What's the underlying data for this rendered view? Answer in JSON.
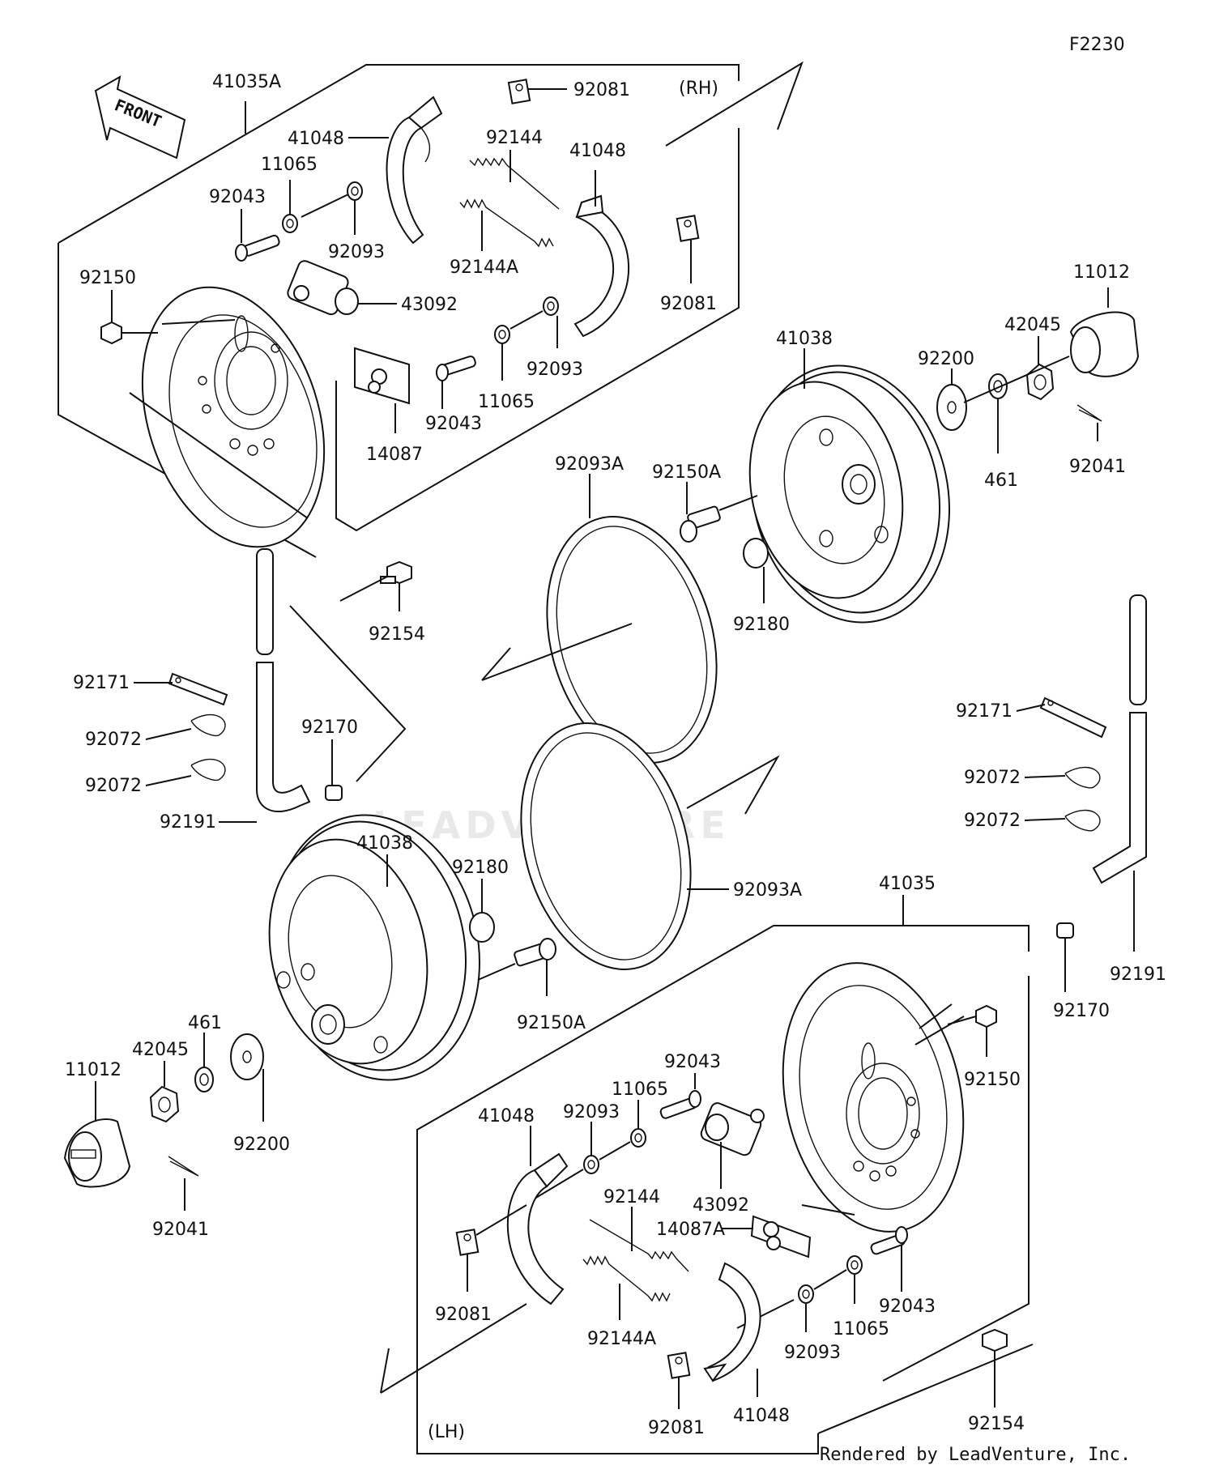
{
  "diagram_id": "F2230",
  "side_labels": {
    "right": "(RH)",
    "left": "(LH)"
  },
  "front_label": "FRONT",
  "watermark": "LEADVENTURE",
  "credit": "Rendered by LeadVenture, Inc.",
  "callouts": {
    "c_41035A": "41035A",
    "c_92081_a": "92081",
    "c_41048_a": "41048",
    "c_92144_a": "92144",
    "c_41048_b": "41048",
    "c_11065_a": "11065",
    "c_92043_a": "92043",
    "c_92093_a": "92093",
    "c_92144A_a": "92144A",
    "c_92081_b": "92081",
    "c_92150_a": "92150",
    "c_43092_a": "43092",
    "c_92093_b": "92093",
    "c_11065_b": "11065",
    "c_92043_b": "92043",
    "c_14087": "14087",
    "c_41038_a": "41038",
    "c_92200_a": "92200",
    "c_42045_a": "42045",
    "c_11012_a": "11012",
    "c_461_a": "461",
    "c_92041_a": "92041",
    "c_92093A_a": "92093A",
    "c_92150A_a": "92150A",
    "c_92180_a": "92180",
    "c_92154_a": "92154",
    "c_92171_a": "92171",
    "c_92072_a": "92072",
    "c_92072_b": "92072",
    "c_92170_a": "92170",
    "c_92191_a": "92191",
    "c_92171_b": "92171",
    "c_92072_c": "92072",
    "c_92072_d": "92072",
    "c_41038_b": "41038",
    "c_92180_b": "92180",
    "c_92093A_b": "92093A",
    "c_41035": "41035",
    "c_92191_b": "92191",
    "c_92150A_b": "92150A",
    "c_92170_b": "92170",
    "c_461_b": "461",
    "c_42045_b": "42045",
    "c_11012_b": "11012",
    "c_92200_b": "92200",
    "c_92041_b": "92041",
    "c_92150_b": "92150",
    "c_92043_c": "92043",
    "c_11065_c": "11065",
    "c_92093_c": "92093",
    "c_41048_c": "41048",
    "c_43092_b": "43092",
    "c_92144_b": "92144",
    "c_14087A": "14087A",
    "c_92043_d": "92043",
    "c_92081_c": "92081",
    "c_92144A_b": "92144A",
    "c_11065_d": "11065",
    "c_92093_d": "92093",
    "c_92081_d": "92081",
    "c_41048_d": "41048",
    "c_92154_b": "92154"
  }
}
